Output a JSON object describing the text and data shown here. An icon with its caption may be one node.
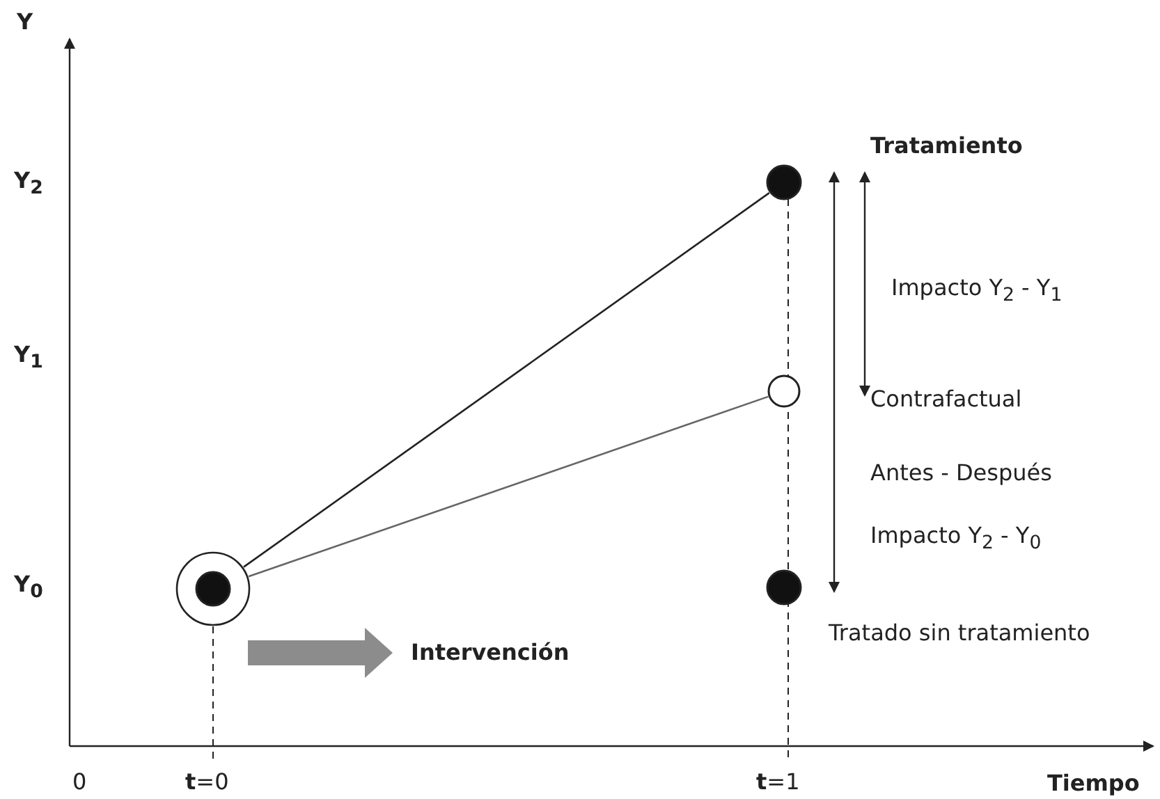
{
  "diagram": {
    "nodes": [
      {
        "text": [],
        "shape": "circle"
      },
      {
        "text": [],
        "shape": "circle",
        "beside": [
          "Tratamiento"
        ]
      },
      {
        "text": [],
        "shape": "circle",
        "beside": [
          "Contrafactual"
        ]
      },
      {
        "text": [],
        "shape": "circle",
        "beside": [
          "Tratado sin tratamiento"
        ]
      }
    ],
    "edges": [
      {
        "from": 0,
        "to": 1,
        "arrow": "none"
      },
      {
        "from": 0,
        "to": 2,
        "arrow": "none",
        "color": "#666666"
      },
      {
        "from": 1,
        "to": 2,
        "arrow": "both"
      },
      {
        "from": 1,
        "to": 3,
        "arrow": "both"
      }
    ],
    "labels": [
      "Y",
      "Y$_{2}$",
      "Y$_{1}$",
      "Y$_{0}$",
      "Impacto Y$_{2}$ - Y$_{1}$",
      "Antes - Después",
      "Impacto Y$_{2}$ - Y$_{0}$",
      "Intervención",
      "0",
      "**t**=0",
      "**t**=1",
      "Tiempo"
    ]
  }
}
